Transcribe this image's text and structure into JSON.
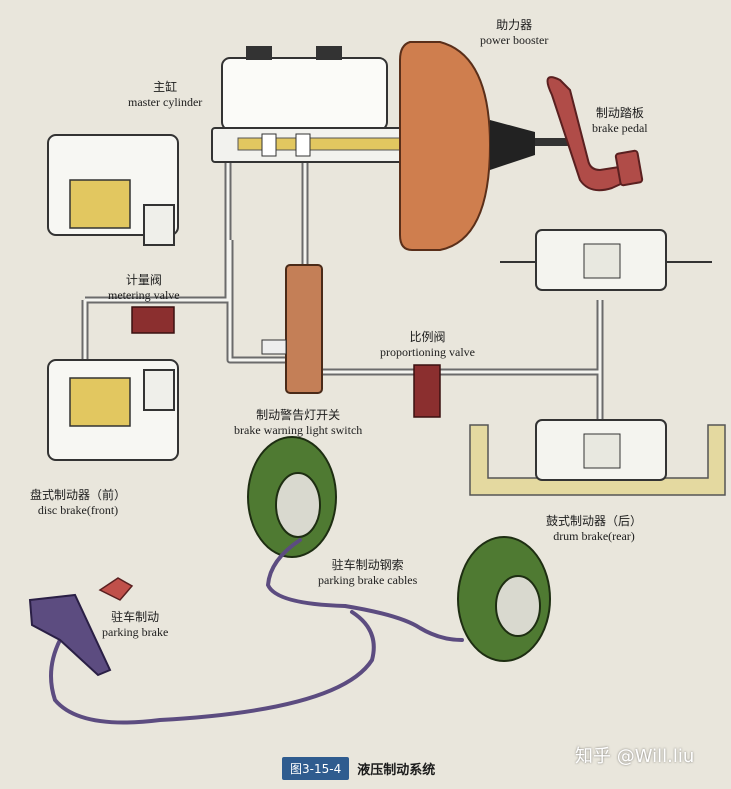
{
  "labels": {
    "power_booster": {
      "zh": "助力器",
      "en": "power booster"
    },
    "master_cylinder": {
      "zh": "主缸",
      "en": "master cylinder"
    },
    "brake_pedal": {
      "zh": "制动踏板",
      "en": "brake pedal"
    },
    "metering_valve": {
      "zh": "计量阀",
      "en": "metering valve"
    },
    "proportioning_valve": {
      "zh": "比例阀",
      "en": "proportioning valve"
    },
    "warning_switch": {
      "zh": "制动警告灯开关",
      "en": "brake warning light switch"
    },
    "disc_brake": {
      "zh": "盘式制动器（前）",
      "en": "disc brake(front)"
    },
    "drum_brake": {
      "zh": "鼓式制动器（后）",
      "en": "drum brake(rear)"
    },
    "parking_cables": {
      "zh": "驻车制动钢索",
      "en": "parking brake cables"
    },
    "parking_brake": {
      "zh": "驻车制动",
      "en": "parking brake"
    }
  },
  "caption": {
    "figure_no": "图3-15-4",
    "title": "液压制动系统"
  },
  "watermark": "知乎 @Will.liu",
  "colors": {
    "booster": "#cf7e4e",
    "pedal": "#b04c48",
    "valve": "#8b2f2f",
    "switch_body": "#c47f57",
    "drum_green": "#4f7a32",
    "cable": "#5c4c80",
    "rear_frame": "#e4d9a0",
    "yellow_parts": "#e2c760"
  }
}
